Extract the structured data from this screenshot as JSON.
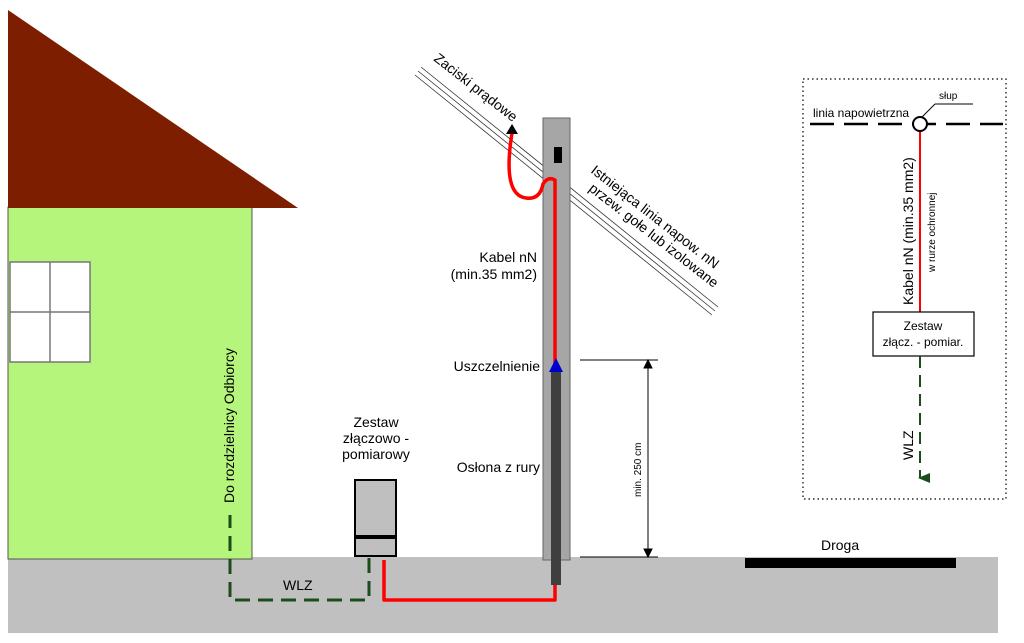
{
  "labels": {
    "clamps": "Zaciski prądowe",
    "existing_line_1": "Istniejąca linia napow. nN",
    "existing_line_2": "przew. gołe lub izolowane",
    "cable_1": "Kabel nN",
    "cable_2": "(min.35 mm2)",
    "seal": "Uszczelnienie",
    "pipe_cover": "Osłona z rury",
    "min_height": "min. 250 cm",
    "set_1": "Zestaw",
    "set_2": "złączowo -",
    "set_3": "pomiarowy",
    "to_switchboard": "Do rozdzielnicy Odbiorcy",
    "wlz": "WLZ",
    "road": "Droga"
  },
  "inset": {
    "pole": "słup",
    "overhead_line": "linia napowietrzna",
    "cable": "Kabel nN (min.35 mm2)",
    "protective_pipe": "w rurze ochronnej",
    "set_1": "Zestaw",
    "set_2": "złącz. - pomiar.",
    "wlz": "WLZ"
  },
  "colors": {
    "roof": "#7e1e00",
    "wall": "#b6f57b",
    "ground": "#c0c0c0",
    "pole": "#a6a6a6",
    "cable": "#ff0000",
    "wlz": "#1a4d1a",
    "seal": "#0000cc"
  }
}
